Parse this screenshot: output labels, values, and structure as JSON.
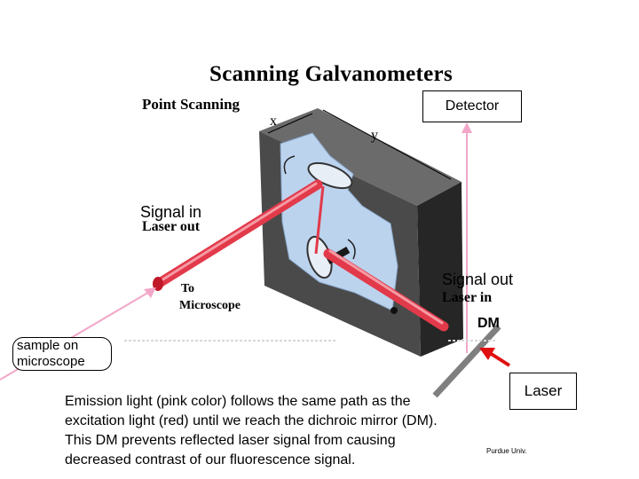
{
  "title": "Scanning Galvanometers",
  "subtitle": "Point Scanning",
  "axis_x": "x",
  "axis_y": "y",
  "detector_label": "Detector",
  "signal_in_label": "Signal in",
  "laser_out_label": "Laser out",
  "signal_out_label": "Signal out",
  "laser_in_label": "Laser in",
  "to_microscope_line1": "To",
  "to_microscope_line2": "Microscope",
  "dm_label": "DM",
  "sample_label_line1": "sample on",
  "sample_label_line2": "microscope",
  "laser_label": "Laser",
  "caption": [
    "Emission light (pink color) follows the same path as the",
    "excitation light (red) until we reach the dichroic mirror (DM).",
    "This DM prevents reflected laser signal from causing",
    "decreased contrast of our fluorescence signal."
  ],
  "credit": "Purdue Univ.",
  "colors": {
    "block_face": "#4a4a4a",
    "block_dark": "#2b2b2b",
    "cavity": "#bcd3ee",
    "laser_beam": "#e23a4a",
    "emission": "#f2a6c8",
    "arrow_red": "#e01010",
    "mirror": "#7f7f7f"
  }
}
